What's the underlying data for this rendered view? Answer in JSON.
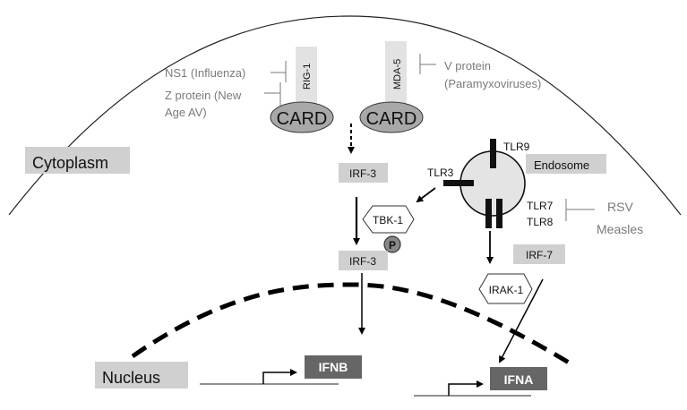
{
  "compartments": {
    "cytoplasm": "Cytoplasm",
    "nucleus": "Nucleus",
    "endosome": "Endosome"
  },
  "receptors": {
    "rig1": "RIG-1",
    "mda5": "MDA-5",
    "card_left": "CARD",
    "card_right": "CARD",
    "tlr3": "TLR3",
    "tlr9": "TLR9",
    "tlr7": "TLR7",
    "tlr8": "TLR8"
  },
  "inhibitors": {
    "ns1": "NS1 (Influenza)",
    "z_protein_line1": "Z protein (New",
    "z_protein_line2": "Age AV)",
    "v_protein_line1": "V protein",
    "v_protein_line2": "(Paramyxoviruses)",
    "rsv": "RSV",
    "measles": "Measles"
  },
  "signaling": {
    "irf3_top": "IRF-3",
    "irf3_bottom": "IRF-3",
    "tbk1": "TBK-1",
    "phospho": "P",
    "irf7": "IRF-7",
    "irak1": "IRAK-1"
  },
  "genes": {
    "ifnb": "IFNB",
    "ifna": "IFNA"
  },
  "colors": {
    "label_box": "#d0d0d0",
    "receptor_bar": "#e2e2e2",
    "card_fill": "#a8a8a8",
    "gene_box": "#666666",
    "endosome_fill": "#e4e4e4",
    "inhibitor_text": "#7a7a7a"
  }
}
